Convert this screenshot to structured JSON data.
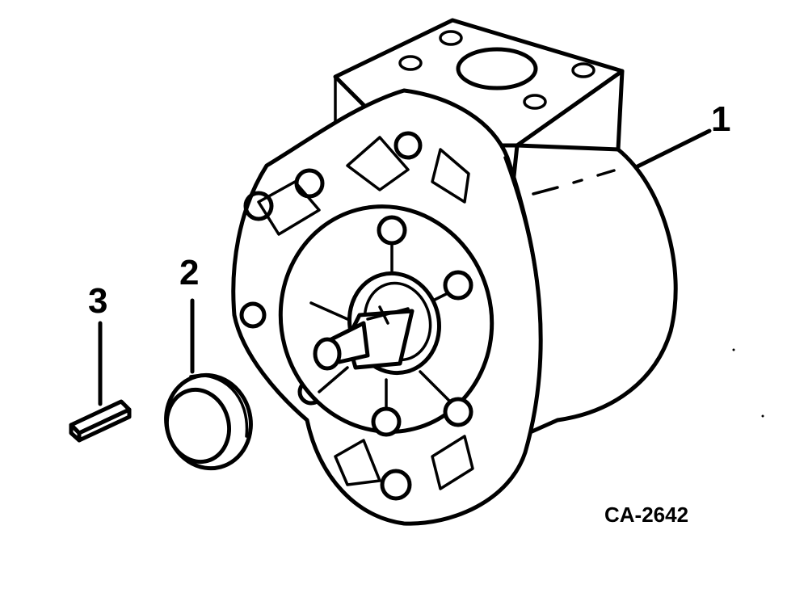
{
  "callouts": {
    "item1": "1",
    "item2": "2",
    "item3": "3"
  },
  "figure_code": "CA-2642",
  "colors": {
    "ink": "#000000",
    "paper": "#ffffff"
  }
}
